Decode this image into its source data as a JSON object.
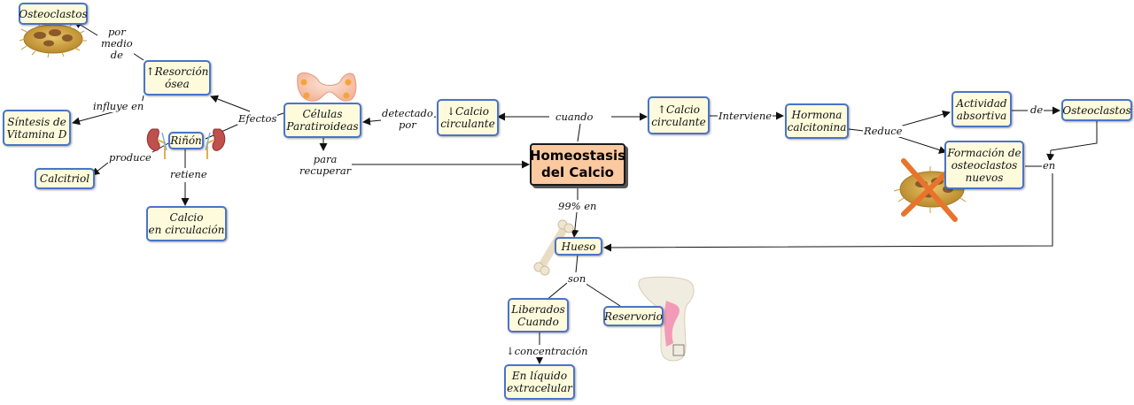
{
  "title": "Homeostasis\ndel Calcio",
  "concepts": {
    "osteoclastos_top": "Osteoclastos",
    "resorcion": "↑Resorción\nósea",
    "sintesis": "Síntesis de\nVitamina D",
    "calcitriol": "Calcitriol",
    "rinon": "Riñón",
    "calcio_circ": "Calcio\nen circulación",
    "celulas": "Células\nParatiroideas",
    "calcio_down": "↓Calcio\ncirculante",
    "calcio_up": "↑Calcio\ncirculante",
    "hormona": "Hormona\ncalcitonina",
    "actividad": "Actividad\nabsortiva",
    "osteoclastos_right": "Osteoclastos",
    "formacion": "Formación de\nosteoclastos\nnuevos",
    "hueso": "Hueso",
    "liberados": "Liberados\nCuando",
    "reservorio": "Reservorio",
    "liquido": "En líquido\nextracelular"
  },
  "links": {
    "por_medio_de": "por\nmedio\nde",
    "influye_en": "influye en",
    "efectos": "Efectos",
    "produce": "produce",
    "retiene": "retiene",
    "detectado_por": "detectado\npor",
    "cuando": "cuando",
    "para_recuperar": "para\nrecuperar",
    "interviene": "Interviene",
    "reduce": "Reduce",
    "de": "de",
    "en": "en",
    "pct_en": "99% en",
    "son": "son",
    "concentracion": "↓concentración"
  },
  "icons": {
    "osteoclast": "osteoclast-cell-icon",
    "kidney": "kidney-icon",
    "thyroid": "parathyroid-gland-icon",
    "bone": "bone-icon",
    "bone_section": "bone-section-icon",
    "cross": "cross-out-icon"
  },
  "colors": {
    "box_fill": "#fdfbdc",
    "box_border": "#4a74c9",
    "main_fill": "#fbc9a0",
    "cross": "#e8742c"
  }
}
